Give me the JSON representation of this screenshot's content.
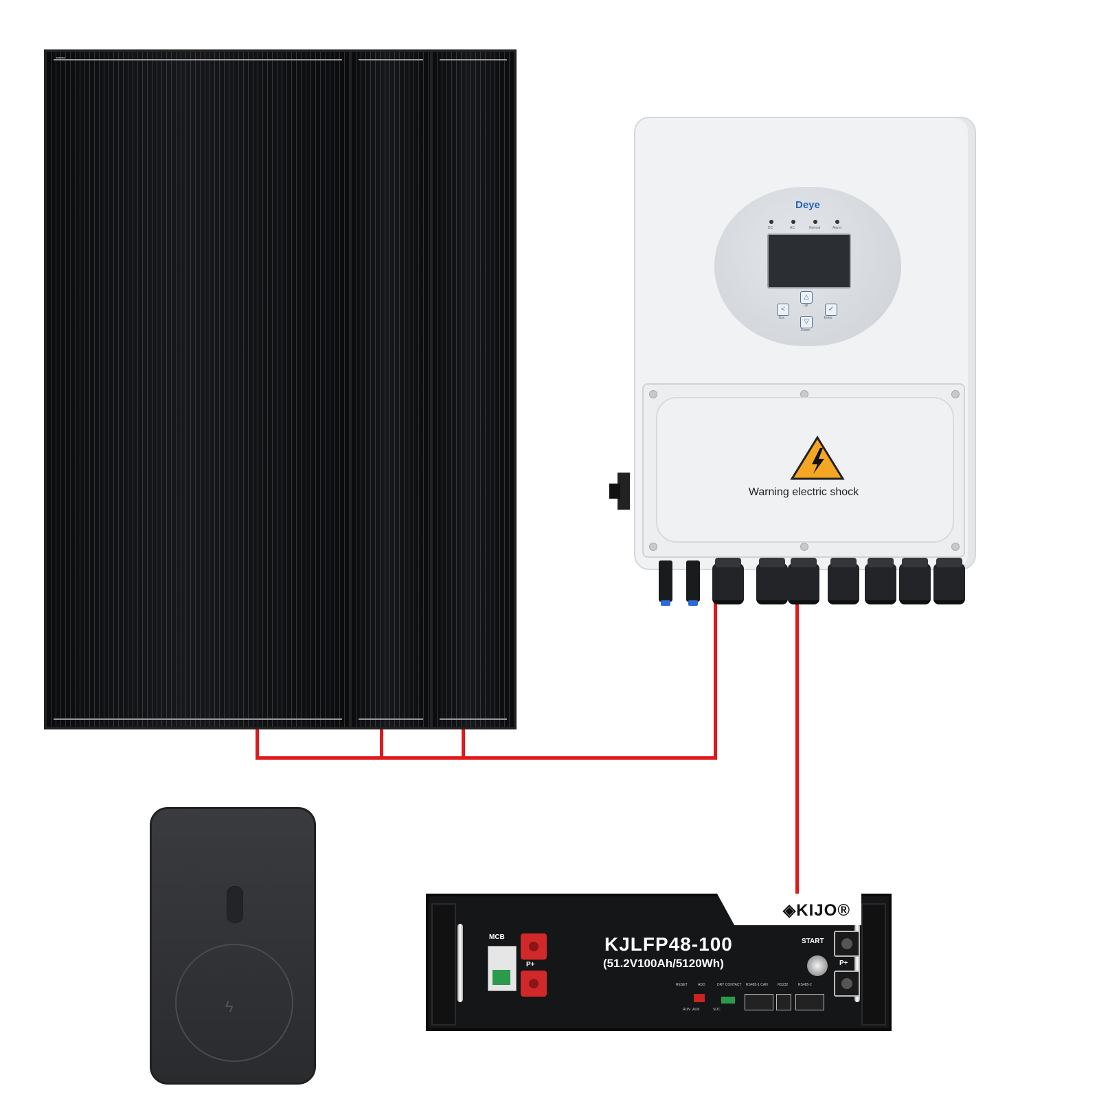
{
  "scene": {
    "description_free": true,
    "colors": {
      "wire": "#e0191c",
      "brand_blue": "#2a64b8",
      "panel": "#0d0e10",
      "inverter": "#f1f2f3"
    }
  },
  "inverter": {
    "brand": "Deye",
    "leds": [
      "DC",
      "AC",
      "Normal",
      "Alarm"
    ],
    "keys": {
      "up": "Up",
      "esc": "Esc",
      "down": "Down",
      "enter": "Enter"
    },
    "warning": "Warning electric shock"
  },
  "battery": {
    "brand": "KIJO",
    "model": "KJLFP48-100",
    "spec": "(51.2V100Ah/5120Wh)",
    "labels": {
      "mcb": "MCB",
      "pp1": "P+",
      "start": "START",
      "pp2": "P+",
      "reset": "RESET",
      "add": "ADD",
      "dry": "DRY CONTACT",
      "rs485can": "RS485-1 CAN",
      "rs232": "RS232",
      "rs485b": "RS485-2",
      "run": "RUN",
      "alm": "ALM",
      "soc": "SOC"
    }
  },
  "icons": [
    "warning-triangle-icon",
    "wireless-charge-icon",
    "up-arrow-icon",
    "down-arrow-icon",
    "esc-arrow-icon",
    "enter-check-icon"
  ]
}
